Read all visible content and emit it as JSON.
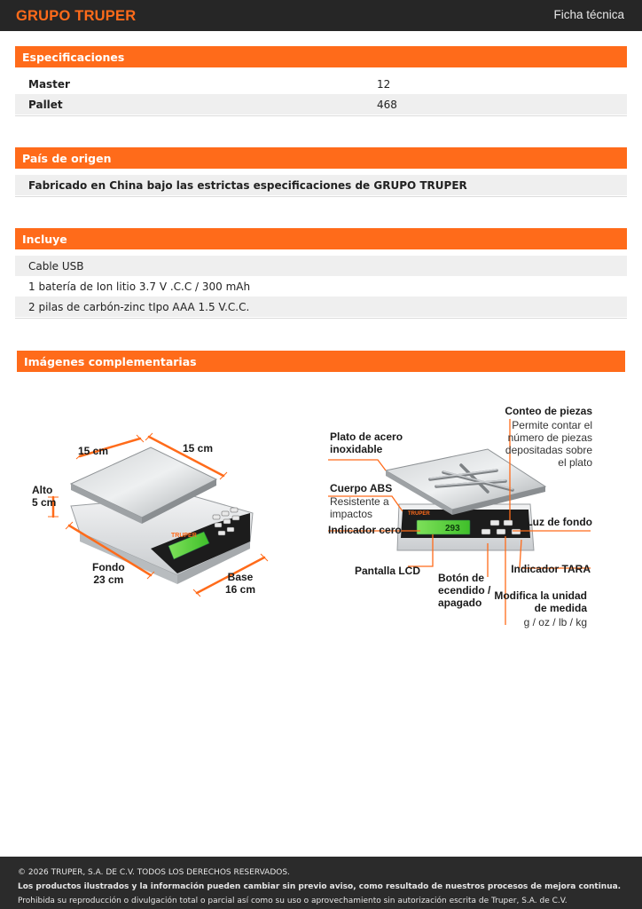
{
  "header": {
    "brand": "GRUPO TRUPER",
    "doc_type": "Ficha técnica"
  },
  "specs": {
    "title": "Especificaciones",
    "rows": [
      {
        "key": "Master",
        "value": "12"
      },
      {
        "key": "Pallet",
        "value": "468"
      }
    ]
  },
  "origin": {
    "title": "País de origen",
    "text": "Fabricado en China bajo las estrictas especificaciones de GRUPO TRUPER"
  },
  "includes": {
    "title": "Incluye",
    "items": [
      "Cable USB",
      "1 batería de Ion litio 3.7 V .C.C / 300 mAh",
      "2 pilas de carbón-zinc tIpo AAA 1.5 V.C.C."
    ]
  },
  "images": {
    "title": "Imágenes complementarias",
    "dims": {
      "width_left": "15 cm",
      "width_right": "15 cm",
      "height": [
        "Alto",
        "5 cm"
      ],
      "depth": [
        "Fondo",
        "23 cm"
      ],
      "base": [
        "Base",
        "16 cm"
      ]
    },
    "display_reading": "293",
    "logo_text": "TRUPER",
    "parts": {
      "plate": [
        "Plato de acero",
        "inoxidable"
      ],
      "body": "Cuerpo ABS",
      "body_note": [
        "Resistente a",
        "impactos"
      ],
      "zero": "Indicador cero",
      "lcd": "Pantalla LCD",
      "power": [
        "Botón de",
        "ecendido /",
        "apagado"
      ],
      "count": "Conteo de piezas",
      "count_note": [
        "Permite contar el",
        "número de piezas",
        "depositadas sobre",
        "el plato"
      ],
      "backlight": "Luz de fondo",
      "tare": "Indicador TARA",
      "unit": [
        "Modifica la unidad",
        "de medida"
      ],
      "unit_note": "g / oz / lb / kg"
    }
  },
  "footer": {
    "line1": "© 2026 TRUPER, S.A. DE C.V. TODOS LOS DERECHOS RESERVADOS.",
    "line2": "Los productos ilustrados y la información pueden cambiar sin previo aviso, como resultado de nuestros procesos de mejora continua.",
    "line3": "Prohibida su reproducción o divulgación total o parcial así como su uso o aprovechamiento sin autorización escrita de Truper, S.A. de C.V."
  },
  "colors": {
    "accent": "#ff6b1a",
    "bar": "#262626",
    "shade": "#efefef"
  }
}
